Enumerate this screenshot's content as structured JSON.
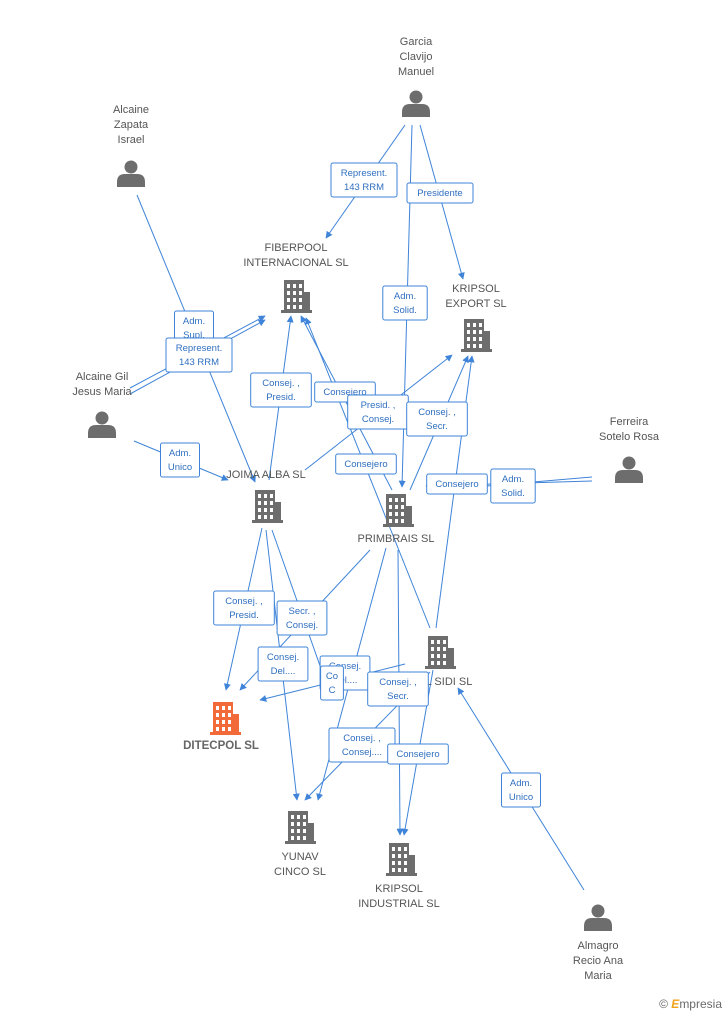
{
  "colors": {
    "edge": "#3f84d8",
    "company": "#6d6d6d",
    "person": "#6d6d6d",
    "highlight": "#f26a3a"
  },
  "footer": {
    "copyright": "©",
    "brand_first": "E",
    "brand_rest": "mpresia"
  },
  "nodes": [
    {
      "id": "garcia",
      "type": "person",
      "lines": [
        "Garcia",
        "Clavijo",
        "Manuel"
      ]
    },
    {
      "id": "alcaine_z",
      "type": "person",
      "lines": [
        "Alcaine",
        "Zapata",
        "Israel"
      ]
    },
    {
      "id": "alcaine_g",
      "type": "person",
      "lines": [
        "Alcaine Gil",
        "Jesus Maria"
      ]
    },
    {
      "id": "ferreira",
      "type": "person",
      "lines": [
        "Ferreira",
        "Sotelo Rosa"
      ]
    },
    {
      "id": "almagro",
      "type": "person",
      "lines": [
        "Almagro",
        "Recio Ana",
        "Maria"
      ]
    },
    {
      "id": "fiberpool",
      "type": "company",
      "lines": [
        "FIBERPOOL",
        "INTERNACIONAL SL"
      ]
    },
    {
      "id": "kripsol_exp",
      "type": "company",
      "lines": [
        "KRIPSOL",
        "EXPORT SL"
      ]
    },
    {
      "id": "joima",
      "type": "company",
      "lines": [
        "JOIMA ALBA SL"
      ]
    },
    {
      "id": "primbrais",
      "type": "company",
      "lines": [
        "PRIMBRAIS SL"
      ]
    },
    {
      "id": "sidi",
      "type": "company",
      "lines": [
        "L SIDI SL"
      ]
    },
    {
      "id": "ditecpol",
      "type": "company",
      "main": true,
      "lines": [
        "DITECPOL SL"
      ]
    },
    {
      "id": "yunav",
      "type": "company",
      "lines": [
        "YUNAV",
        "CINCO SL"
      ]
    },
    {
      "id": "kripsol_ind",
      "type": "company",
      "lines": [
        "KRIPSOL",
        "INDUSTRIAL SL"
      ]
    }
  ],
  "edges": [
    {
      "from": "garcia",
      "to": "fiberpool",
      "label": [
        "Represent.",
        "143 RRM"
      ]
    },
    {
      "from": "garcia",
      "to": "kripsol_exp",
      "label": [
        "Presidente"
      ]
    },
    {
      "from": "garcia",
      "to": "primbrais",
      "label": [
        "Adm.",
        "Solid."
      ]
    },
    {
      "from": "alcaine_z",
      "to": "joima",
      "label": []
    },
    {
      "from": "alcaine_g",
      "to": "fiberpool",
      "label": [
        "Adm.",
        "Supl."
      ]
    },
    {
      "from": "alcaine_g",
      "to": "fiberpool",
      "label": [
        "Represent.",
        "143 RRM"
      ]
    },
    {
      "from": "alcaine_g",
      "to": "joima",
      "label": [
        "Adm.",
        "Unico"
      ]
    },
    {
      "from": "joima",
      "to": "fiberpool",
      "label": [
        "Consej. ,",
        "Presid."
      ]
    },
    {
      "from": "joima",
      "to": "kripsol_exp",
      "label": [
        "Consejero"
      ]
    },
    {
      "from": "primbrais",
      "to": "kripsol_exp",
      "label": [
        "Presid. ,",
        "Consej."
      ]
    },
    {
      "from": "primbrais",
      "to": "fiberpool",
      "label": [
        "Consejero"
      ]
    },
    {
      "from": "sidi",
      "to": "fiberpool",
      "label": []
    },
    {
      "from": "sidi",
      "to": "kripsol_exp",
      "label": [
        "Consej. ,",
        "Secr."
      ]
    },
    {
      "from": "ferreira",
      "to": "primbrais",
      "label": [
        "Adm.",
        "Solid."
      ]
    },
    {
      "from": "ferreira",
      "to": "primbrais",
      "label": [
        "Consejero"
      ]
    },
    {
      "from": "joima",
      "to": "ditecpol",
      "label": [
        "Consej. ,",
        "Presid."
      ]
    },
    {
      "from": "primbrais",
      "to": "ditecpol",
      "label": [
        "Consej.",
        "Del...."
      ]
    },
    {
      "from": "sidi",
      "to": "ditecpol",
      "label": [
        "Consej.",
        "Del...."
      ]
    },
    {
      "from": "joima",
      "to": "yunav",
      "label": [
        "Secr. ,",
        "Consej."
      ]
    },
    {
      "from": "primbrais",
      "to": "yunav",
      "label": [
        "Consej. ,",
        "Secr."
      ]
    },
    {
      "from": "sidi",
      "to": "yunav",
      "label": [
        "Consej. ,",
        "Consej...."
      ]
    },
    {
      "from": "joima",
      "to": "kripsol_ind",
      "label": [
        "Co",
        "C"
      ]
    },
    {
      "from": "primbrais",
      "to": "kripsol_ind",
      "label": []
    },
    {
      "from": "sidi",
      "to": "kripsol_ind",
      "label": [
        "Consejero"
      ]
    },
    {
      "from": "almagro",
      "to": "sidi",
      "label": [
        "Adm.",
        "Unico"
      ]
    }
  ]
}
